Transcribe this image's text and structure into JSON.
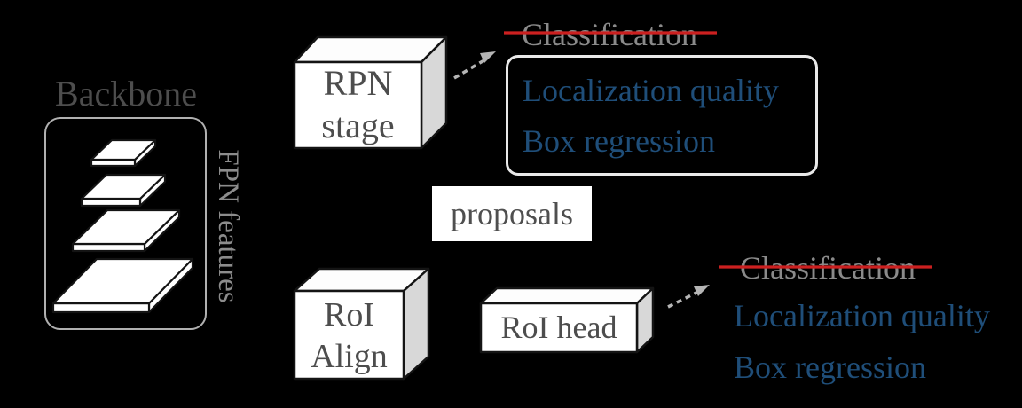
{
  "diagram": {
    "title_semantics": "two-stage detector with localization quality estimation replacing classification",
    "backbone": {
      "label": "Backbone",
      "fpn_label": "FPN features",
      "fpn_layer_count": 4
    },
    "rpn": {
      "line1": "RPN",
      "line2": "stage"
    },
    "proposals": {
      "label": "proposals"
    },
    "roi_align": {
      "line1": "RoI",
      "line2": "Align"
    },
    "roi_head": {
      "label": "RoI head"
    },
    "rpn_outputs": {
      "classification": "Classification",
      "classification_struck_through": true,
      "localization_quality": "Localization quality",
      "box_regression": "Box regression"
    },
    "roi_outputs": {
      "classification": "Classification",
      "classification_struck_through": true,
      "localization_quality": "Localization quality",
      "box_regression": "Box regression"
    }
  },
  "colors": {
    "background": "#000000",
    "emphasis_blue": "#1f4e79",
    "strikethrough_red": "#cc2020",
    "muted_gray_text": "#8a8a8a",
    "dark_gray_text": "#4d4d4d",
    "box_side_gray": "#d8d8d8",
    "box_face_white": "#ffffff",
    "arrow_gray": "#b5b5b5",
    "backbone_border_gray": "#b0b0b0",
    "outputs_border_white": "#e9e9e9",
    "shape_outline": "#141414"
  }
}
